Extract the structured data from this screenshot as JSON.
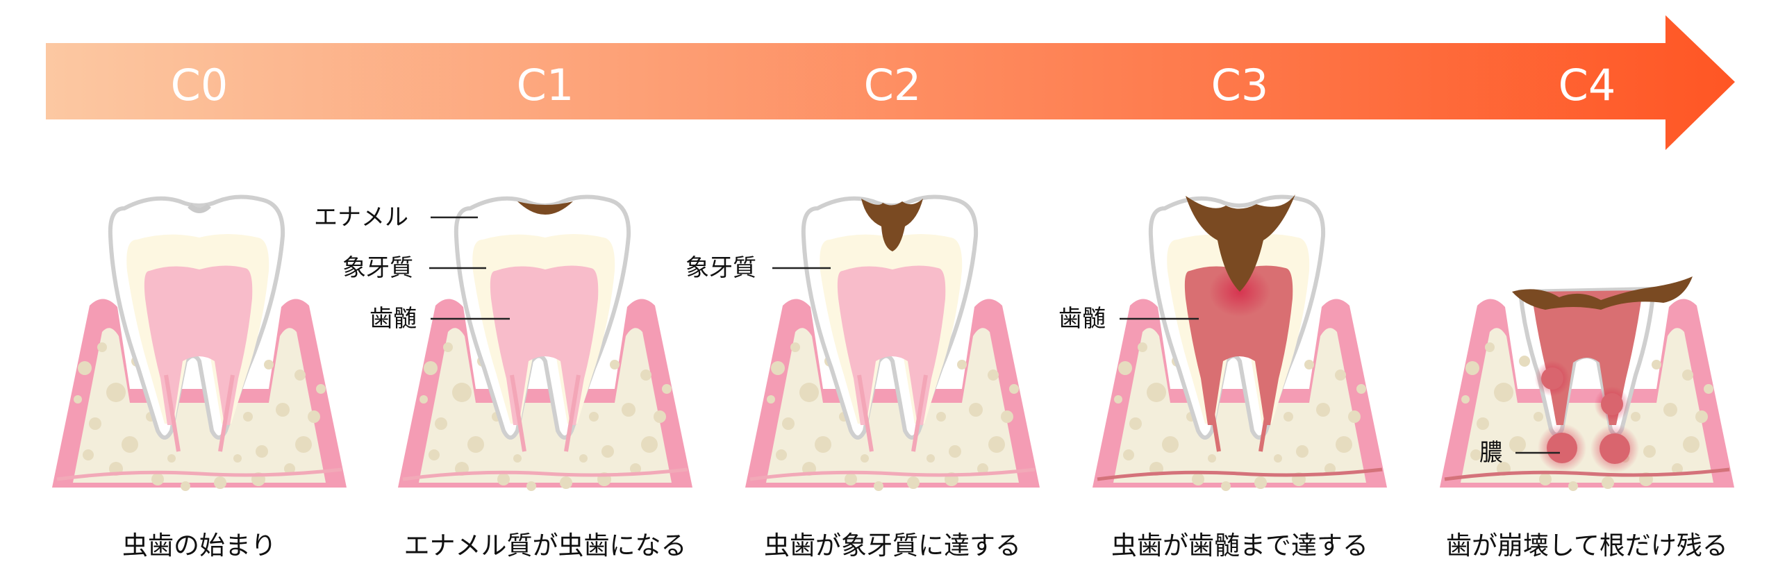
{
  "diagram": {
    "colors": {
      "arrow_start": "#fcc8a2",
      "arrow_end": "#ff5624",
      "enamel": "#fdf7e1",
      "pulp": "#f8bcca",
      "gum": "#f49cb4",
      "bone": "#f3eedb",
      "decay": "#7a4a22",
      "inflamed_pulp": "#d96f72"
    },
    "stages": [
      {
        "code": "C0",
        "caption": "虫歯の始まり"
      },
      {
        "code": "C1",
        "caption": "エナメル質が虫歯になる"
      },
      {
        "code": "C2",
        "caption": "虫歯が象牙質に達する"
      },
      {
        "code": "C3",
        "caption": "虫歯が歯髄まで達する"
      },
      {
        "code": "C4",
        "caption": "歯が崩壊して根だけ残る"
      }
    ],
    "part_labels": {
      "enamel": "エナメル",
      "dentin": "象牙質",
      "pulp": "歯髄",
      "dentin_c2": "象牙質",
      "pulp_c3": "歯髄",
      "pus": "膿"
    }
  }
}
